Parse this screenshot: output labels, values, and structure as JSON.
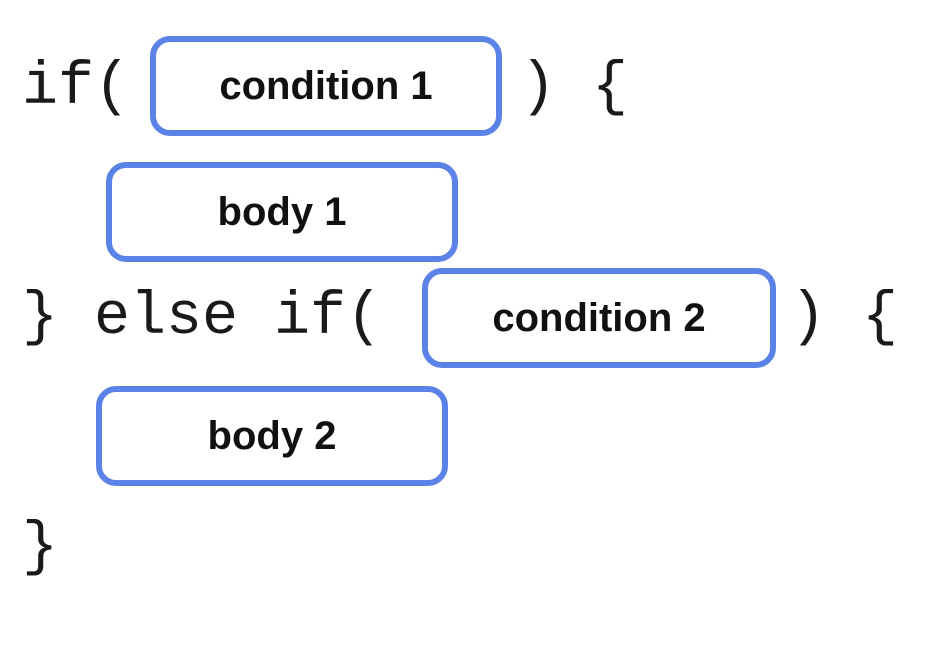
{
  "code_tokens": {
    "if_open": "if(",
    "close_open_brace_1": ") {",
    "close_else_if": "} else if(",
    "close_open_brace_2": ") {",
    "final_close": "}"
  },
  "placeholders": {
    "condition_1": "condition 1",
    "body_1": "body 1",
    "condition_2": "condition 2",
    "body_2": "body 2"
  },
  "colors": {
    "box_border": "#5B82E6",
    "code_text": "#1a1a1a"
  }
}
